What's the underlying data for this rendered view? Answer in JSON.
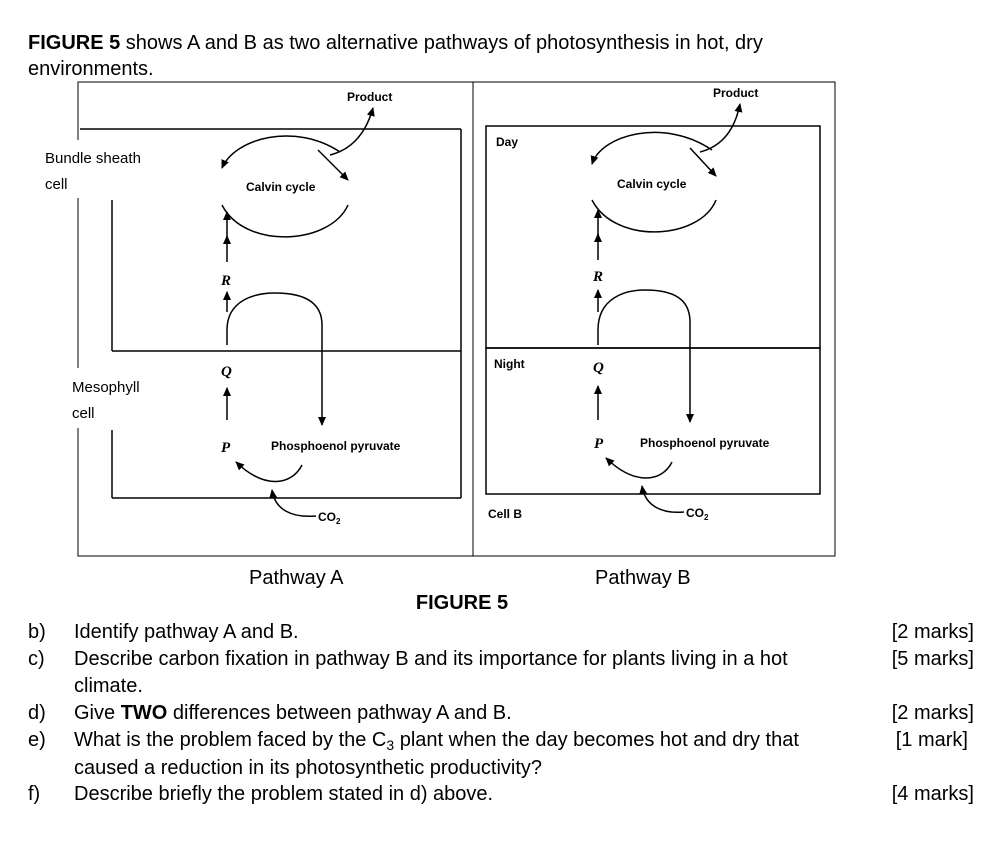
{
  "intro": {
    "bold": "FIGURE 5",
    "text": " shows A and B as two alternative pathways of photosynthesis in hot, dry environments."
  },
  "figure": {
    "caption": "FIGURE 5",
    "side_labels": {
      "bundle_line1": "Bundle sheath",
      "bundle_line2": "cell",
      "meso_line1": "Mesophyll",
      "meso_line2": "cell"
    },
    "pathway_a": {
      "product": "Product",
      "calvin": "Calvin cycle",
      "r": "R",
      "q": "Q",
      "p": "P",
      "pep": "Phosphoenol pyruvate",
      "co2": "CO",
      "co2_sub": "2",
      "title": "Pathway A"
    },
    "pathway_b": {
      "product": "Product",
      "day": "Day",
      "night": "Night",
      "cell": "Cell B",
      "calvin": "Calvin cycle",
      "r": "R",
      "q": "Q",
      "p": "P",
      "pep": "Phosphoenol pyruvate",
      "co2": "CO",
      "co2_sub": "2",
      "title": "Pathway B"
    }
  },
  "questions": [
    {
      "label": "b)",
      "text": "Identify pathway A and B.",
      "marks": "[2 marks]"
    },
    {
      "label": "c)",
      "text": "Describe carbon fixation in pathway B and its importance for plants living in a hot climate.",
      "marks": "[5 marks]"
    },
    {
      "label": "d)",
      "text_before": "Give ",
      "text_bold": "TWO",
      "text_after": " differences between pathway A and B.",
      "marks": "[2 marks]"
    },
    {
      "label": "e)",
      "text_before": "What is the problem faced by the C",
      "text_sub": "3",
      "text_after": " plant when the day becomes hot and dry that caused a reduction in its photosynthetic productivity?",
      "marks": "[1 mark]"
    },
    {
      "label": "f)",
      "text": "Describe briefly the problem stated in d) above.",
      "marks": "[4 marks]"
    }
  ]
}
